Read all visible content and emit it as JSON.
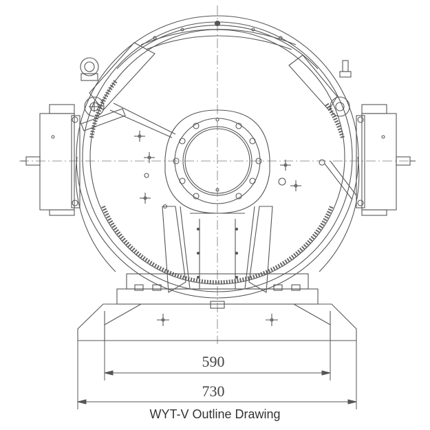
{
  "caption": "WYT-V Outline Drawing",
  "dimensions": {
    "inner_width": "590",
    "outer_width": "730"
  },
  "colors": {
    "line": "#555555",
    "fill": "#ffffff"
  }
}
